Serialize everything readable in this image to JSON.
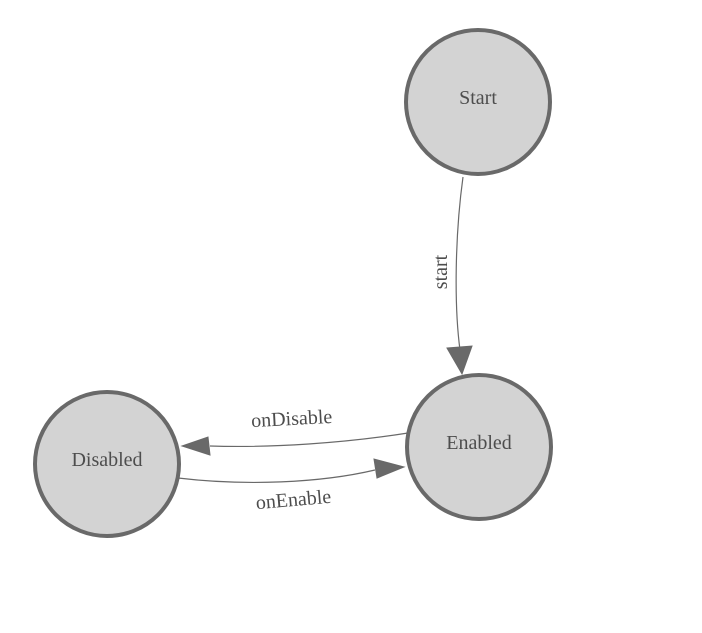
{
  "diagram": {
    "type": "state-transition-diagram",
    "background": "#ffffff",
    "colors": {
      "node_fill": "#d3d3d3",
      "node_stroke": "#696969",
      "edge_stroke": "#696969",
      "text": "#4d4d4d"
    },
    "nodes": [
      {
        "id": "Start",
        "label": "Start"
      },
      {
        "id": "Enabled",
        "label": "Enabled"
      },
      {
        "id": "Disabled",
        "label": "Disabled"
      }
    ],
    "edges": [
      {
        "from": "Start",
        "to": "Enabled",
        "label": "start"
      },
      {
        "from": "Enabled",
        "to": "Disabled",
        "label": "onDisable"
      },
      {
        "from": "Disabled",
        "to": "Enabled",
        "label": "onEnable"
      }
    ]
  }
}
